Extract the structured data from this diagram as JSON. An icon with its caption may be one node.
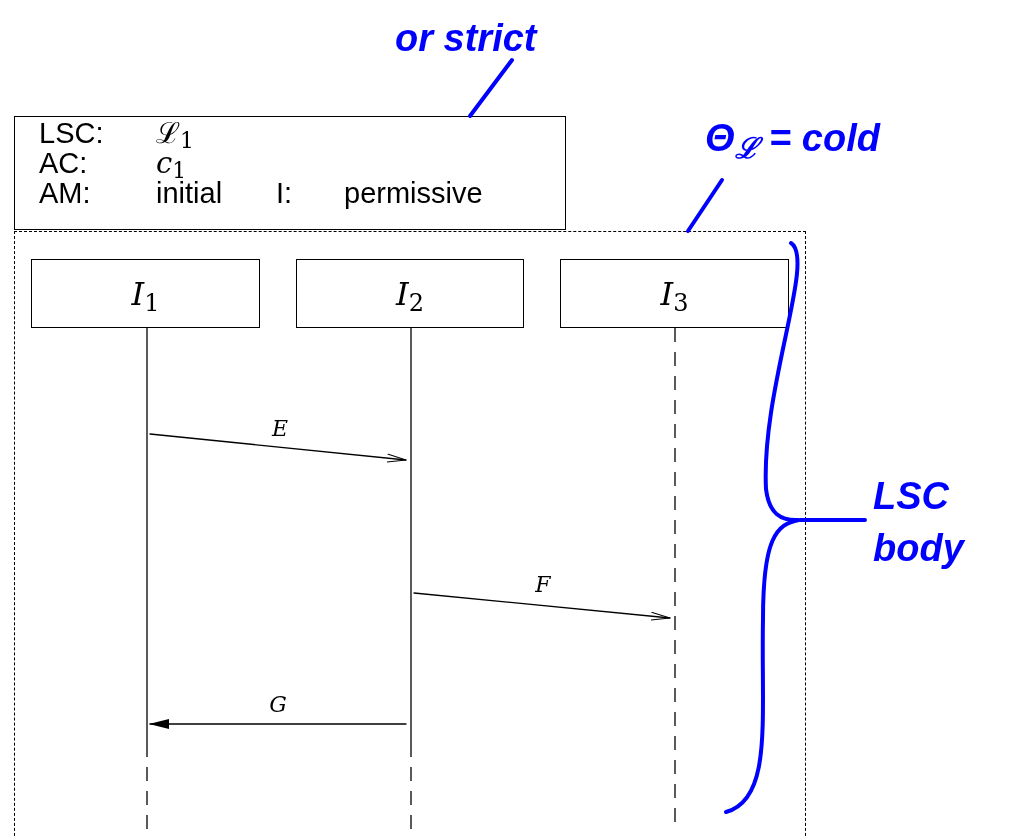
{
  "diagram": {
    "nodes": [
      {
        "text": [
          "LSC:",
          "ℒ$_{1}$",
          "AC:",
          "*c*$_{1}$",
          "AM:",
          "initial",
          "I:",
          "permissive"
        ]
      },
      {
        "text": [],
        "shape": "box"
      },
      {
        "text": [
          "*I*$_{1}$"
        ],
        "in": 1
      },
      {
        "text": [
          "*I*$_{2}$"
        ],
        "in": 1
      },
      {
        "text": [
          "*I*$_{3}$"
        ],
        "in": 1
      },
      {
        "text": [],
        "shape": "line",
        "in": 1
      },
      {
        "text": [],
        "shape": "line",
        "in": 1
      },
      {
        "text": [],
        "shape": "line",
        "in": 1
      },
      {
        "text": [
          "or strict"
        ]
      },
      {
        "text": [
          "Θ$_{ℒ}$ = cold"
        ]
      },
      {
        "text": [
          "LSC body"
        ]
      },
      {
        "text": [],
        "shape": "brace",
        "in": 1
      }
    ],
    "edges": [
      {
        "from": 5,
        "to": 6,
        "arrow": "to",
        "label": "E"
      },
      {
        "from": 6,
        "to": 7,
        "arrow": "to",
        "label": "F"
      },
      {
        "from": 6,
        "to": 5,
        "arrow": "to",
        "label": "G"
      },
      {
        "from": 8,
        "to": 0,
        "arrow": "none",
        "style": "thick",
        "color": "#0000ff"
      },
      {
        "from": 9,
        "to": 1,
        "arrow": "none",
        "style": "thick",
        "color": "#0000ff"
      },
      {
        "from": 10,
        "to": 11,
        "arrow": "none",
        "style": "thick",
        "color": "#0000ff"
      }
    ]
  }
}
